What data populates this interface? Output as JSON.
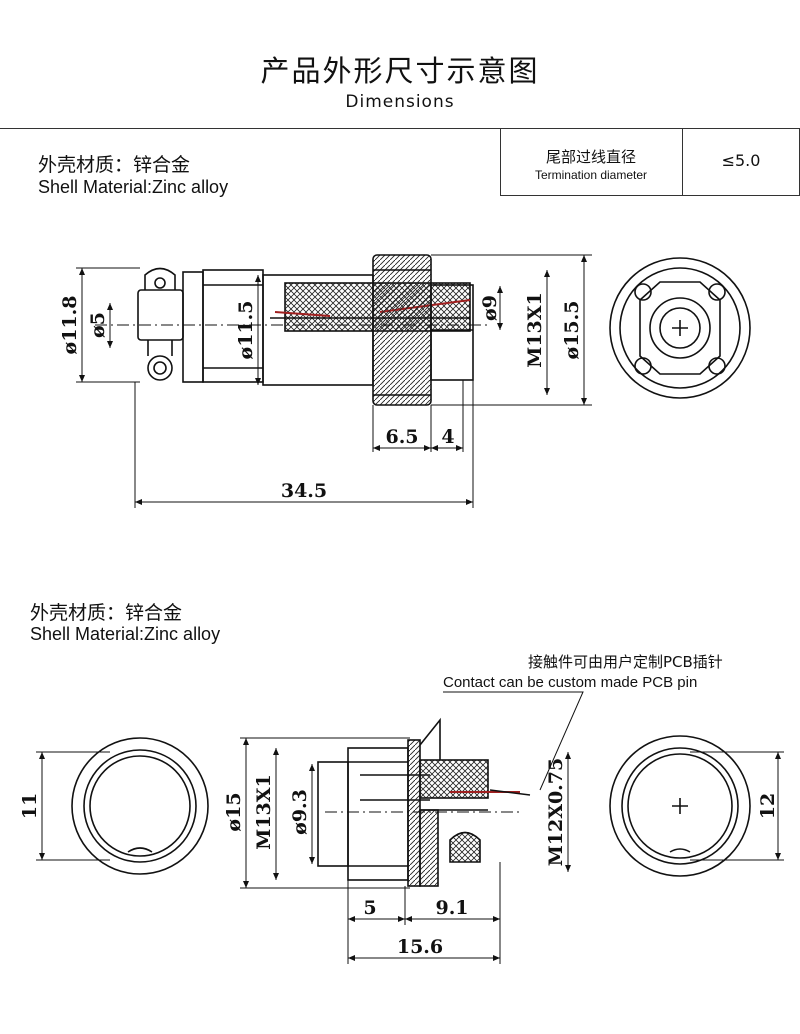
{
  "header": {
    "title_cn": "产品外形尺寸示意图",
    "title_en": "Dimensions"
  },
  "plug": {
    "material_cn": "外壳材质：锌合金",
    "material_en": "Shell  Material:Zinc alloy",
    "dims": {
      "d11_8": "ø11.8",
      "d5": "ø5",
      "d11_5": "ø11.5",
      "d9": "ø9",
      "m13": "M13X1",
      "d15_5": "ø15.5",
      "l6_5": "6.5",
      "l4": "4",
      "l34_5": "34.5"
    }
  },
  "spec": {
    "label_cn": "尾部过线直径",
    "label_en": "Termination diameter",
    "value": "≤5.0"
  },
  "socket": {
    "material_cn": "外壳材质：锌合金",
    "material_en": "Shell  Material:Zinc alloy",
    "note_cn": "接触件可由用户定制PCB插针",
    "note_en": "Contact can be custom made PCB pin",
    "dims": {
      "d11": "11",
      "d15": "ø15",
      "m13": "M13X1",
      "d9_3": "ø9.3",
      "m12": "M12X0.75",
      "d12": "12",
      "l5": "5",
      "l9_1": "9.1",
      "l15_6": "15.6"
    }
  }
}
